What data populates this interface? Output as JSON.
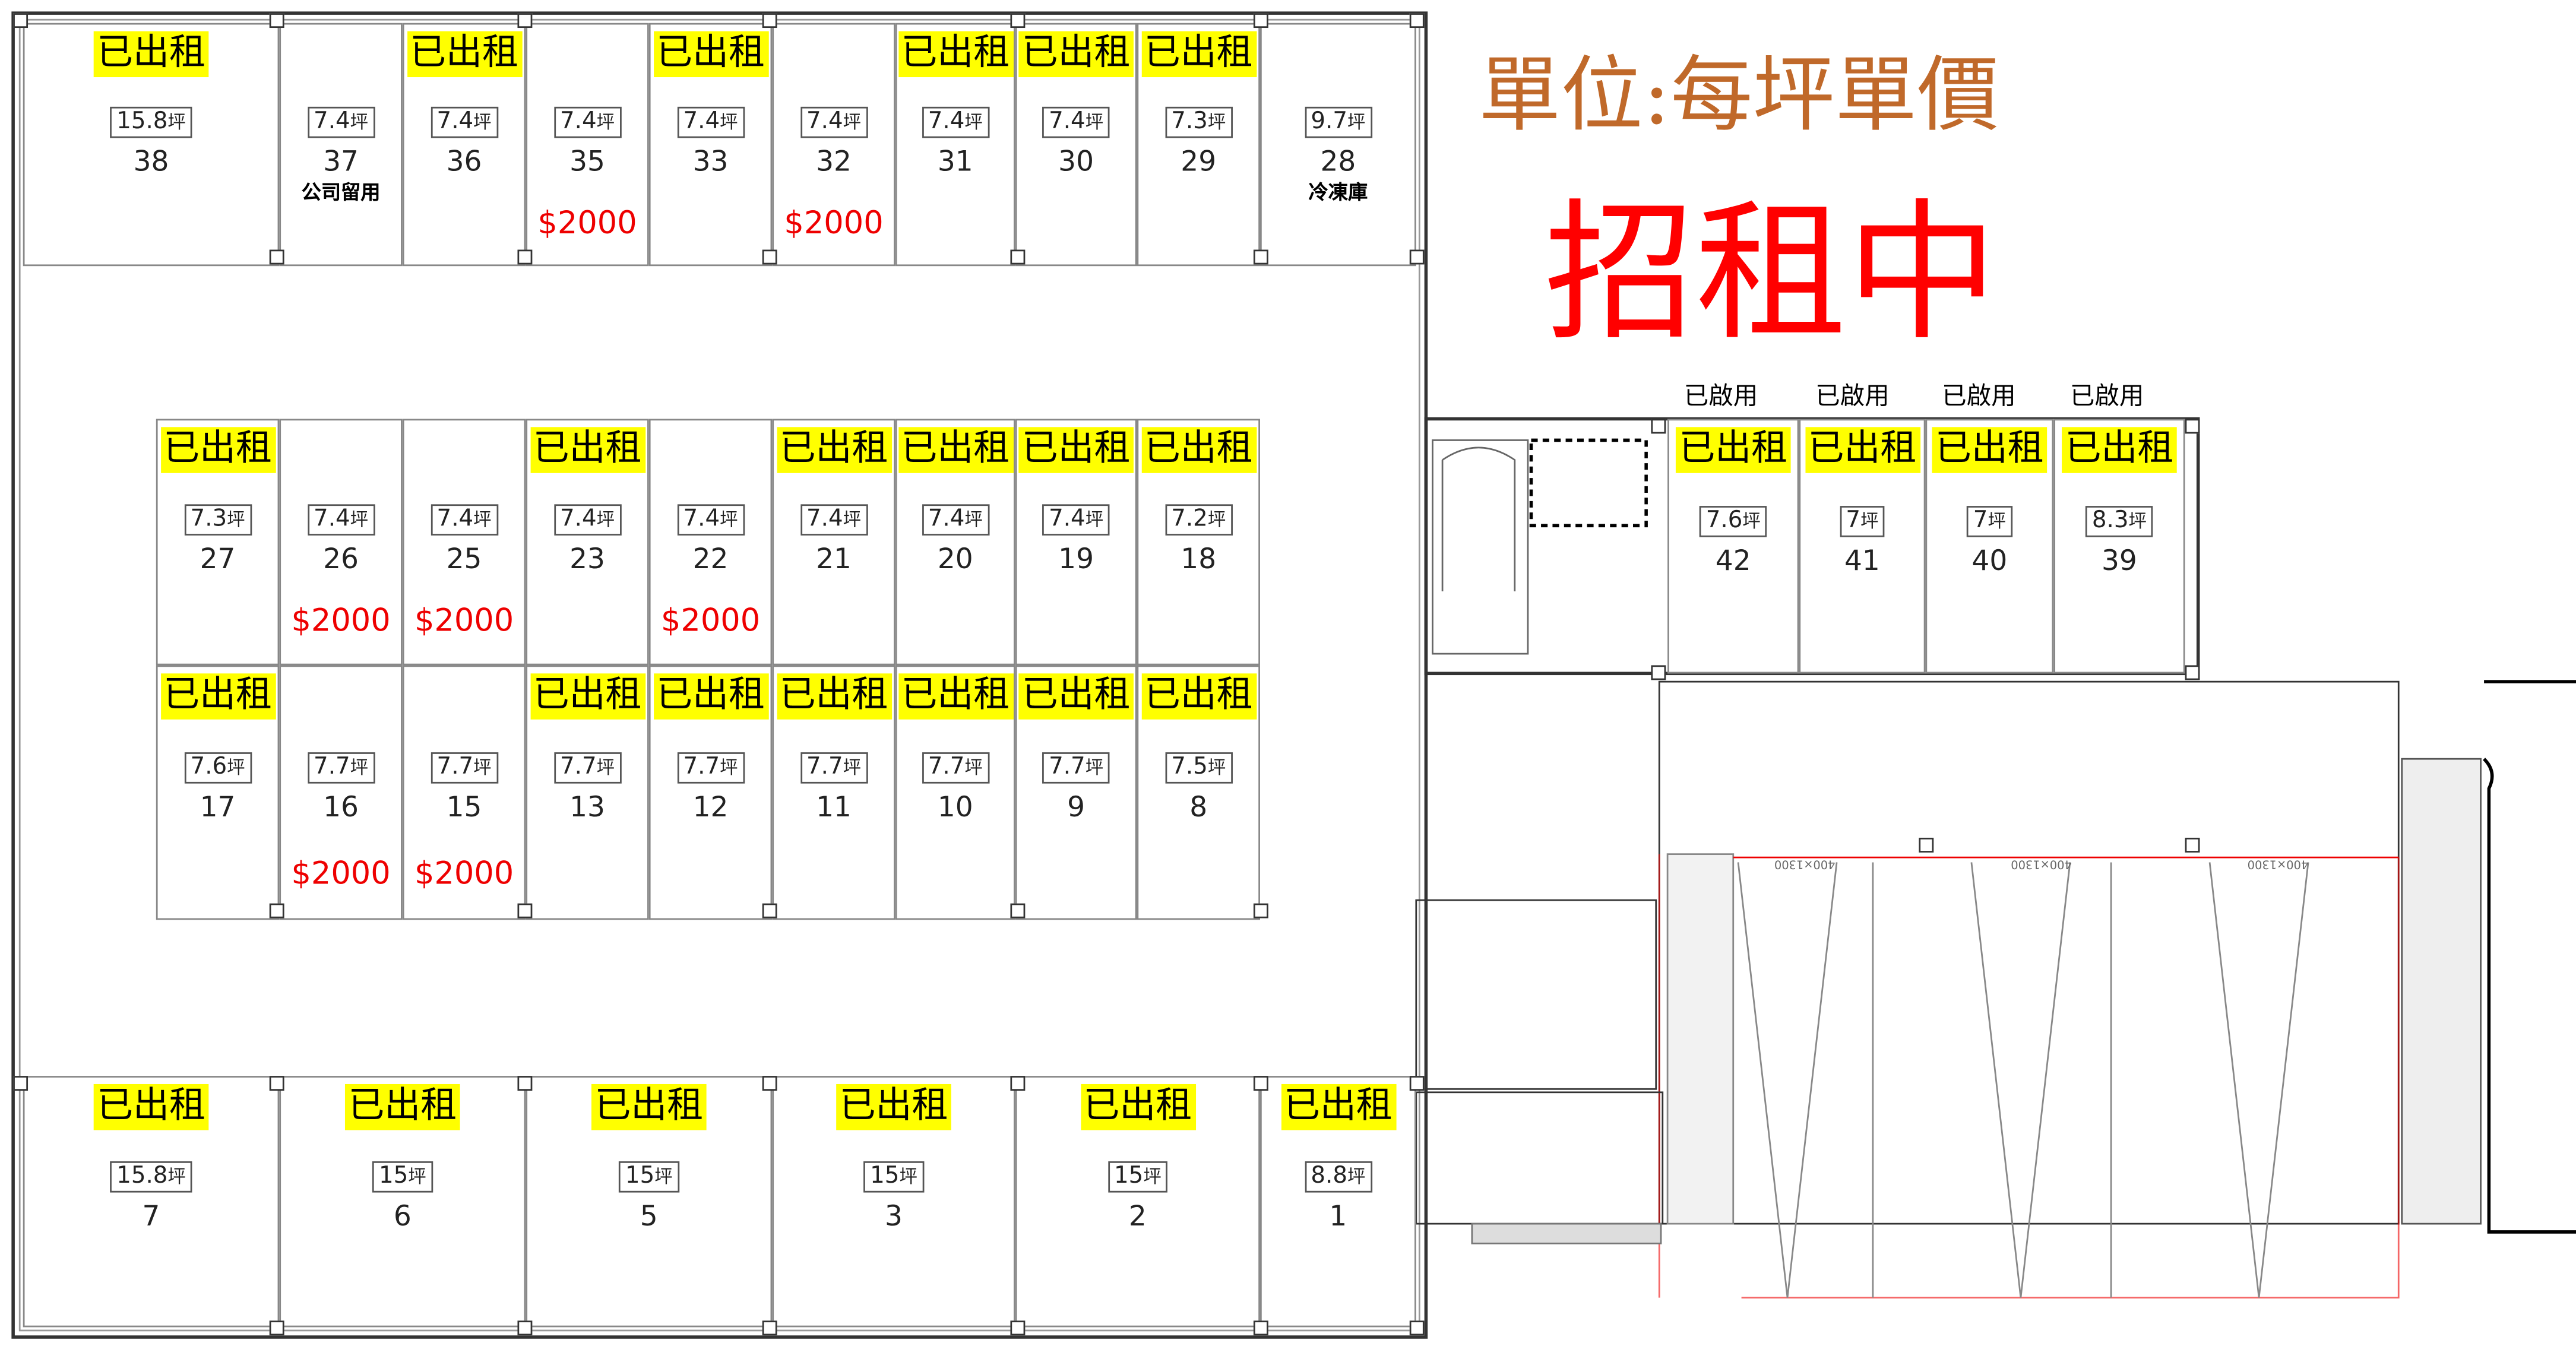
{
  "header": {
    "unit_label": "單位:每坪單價",
    "status": "招租中"
  },
  "labels": {
    "rented": "已出租",
    "enabled": "已啟用",
    "area_unit": "坪",
    "parking_code": "400×1300"
  },
  "units": [
    {
      "no": "38",
      "area": "15.8",
      "rented": true
    },
    {
      "no": "37",
      "area": "7.4",
      "rented": false,
      "note": "公司留用"
    },
    {
      "no": "36",
      "area": "7.4",
      "rented": true
    },
    {
      "no": "35",
      "area": "7.4",
      "rented": false,
      "price": "$2000"
    },
    {
      "no": "33",
      "area": "7.4",
      "rented": true
    },
    {
      "no": "32",
      "area": "7.4",
      "rented": false,
      "price": "$2000"
    },
    {
      "no": "31",
      "area": "7.4",
      "rented": true
    },
    {
      "no": "30",
      "area": "7.4",
      "rented": true
    },
    {
      "no": "29",
      "area": "7.3",
      "rented": true
    },
    {
      "no": "28",
      "area": "9.7",
      "rented": false,
      "note": "冷凍庫"
    },
    {
      "no": "27",
      "area": "7.3",
      "rented": true
    },
    {
      "no": "26",
      "area": "7.4",
      "rented": false,
      "price": "$2000"
    },
    {
      "no": "25",
      "area": "7.4",
      "rented": false,
      "price": "$2000"
    },
    {
      "no": "23",
      "area": "7.4",
      "rented": true
    },
    {
      "no": "22",
      "area": "7.4",
      "rented": false,
      "price": "$2000"
    },
    {
      "no": "21",
      "area": "7.4",
      "rented": true
    },
    {
      "no": "20",
      "area": "7.4",
      "rented": true
    },
    {
      "no": "19",
      "area": "7.4",
      "rented": true
    },
    {
      "no": "18",
      "area": "7.2",
      "rented": true
    },
    {
      "no": "17",
      "area": "7.6",
      "rented": true
    },
    {
      "no": "16",
      "area": "7.7",
      "rented": false,
      "price": "$2000"
    },
    {
      "no": "15",
      "area": "7.7",
      "rented": false,
      "price": "$2000"
    },
    {
      "no": "13",
      "area": "7.7",
      "rented": true
    },
    {
      "no": "12",
      "area": "7.7",
      "rented": true
    },
    {
      "no": "11",
      "area": "7.7",
      "rented": true
    },
    {
      "no": "10",
      "area": "7.7",
      "rented": true
    },
    {
      "no": "9",
      "area": "7.7",
      "rented": true
    },
    {
      "no": "8",
      "area": "7.5",
      "rented": true
    },
    {
      "no": "7",
      "area": "15.8",
      "rented": true
    },
    {
      "no": "6",
      "area": "15",
      "rented": true
    },
    {
      "no": "5",
      "area": "15",
      "rented": true
    },
    {
      "no": "3",
      "area": "15",
      "rented": true
    },
    {
      "no": "2",
      "area": "15",
      "rented": true
    },
    {
      "no": "1",
      "area": "8.8",
      "rented": true
    },
    {
      "no": "42",
      "area": "7.6",
      "rented": true,
      "enabled": true
    },
    {
      "no": "41",
      "area": "7",
      "rented": true,
      "enabled": true
    },
    {
      "no": "40",
      "area": "7",
      "rented": true,
      "enabled": true
    },
    {
      "no": "39",
      "area": "8.3",
      "rented": true,
      "enabled": true
    }
  ]
}
